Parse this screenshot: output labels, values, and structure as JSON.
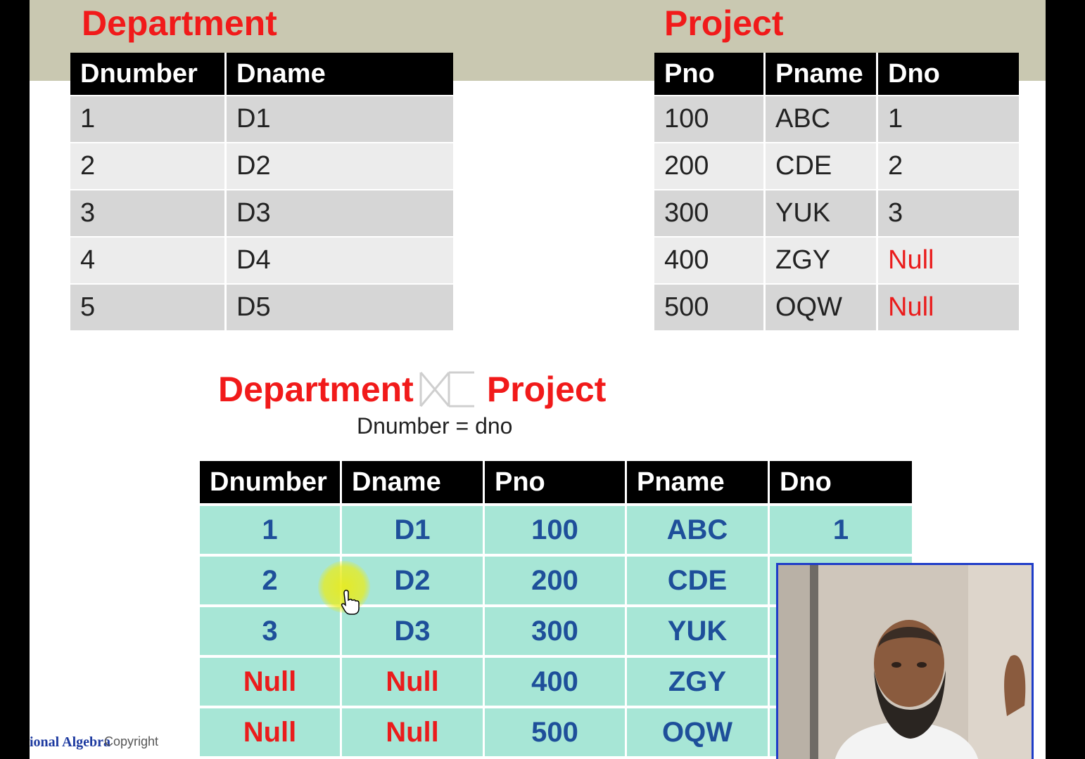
{
  "department": {
    "title": "Department",
    "columns": [
      "Dnumber",
      "Dname"
    ],
    "rows": [
      [
        "1",
        "D1"
      ],
      [
        "2",
        "D2"
      ],
      [
        "3",
        "D3"
      ],
      [
        "4",
        "D4"
      ],
      [
        "5",
        "D5"
      ]
    ]
  },
  "project": {
    "title": "Project",
    "columns": [
      "Pno",
      "Pname",
      "Dno"
    ],
    "rows": [
      [
        "100",
        "ABC",
        "1"
      ],
      [
        "200",
        "CDE",
        "2"
      ],
      [
        "300",
        "YUK",
        "3"
      ],
      [
        "400",
        "ZGY",
        "Null"
      ],
      [
        "500",
        "OQW",
        "Null"
      ]
    ]
  },
  "join": {
    "left": "Department",
    "right": "Project",
    "condition": "Dnumber = dno"
  },
  "result": {
    "columns": [
      "Dnumber",
      "Dname",
      "Pno",
      "Pname",
      "Dno"
    ],
    "rows": [
      [
        "1",
        "D1",
        "100",
        "ABC",
        "1"
      ],
      [
        "2",
        "D2",
        "200",
        "CDE",
        ""
      ],
      [
        "3",
        "D3",
        "300",
        "YUK",
        ""
      ],
      [
        "Null",
        "Null",
        "400",
        "ZGY",
        ""
      ],
      [
        "Null",
        "Null",
        "500",
        "OQW",
        ""
      ]
    ]
  },
  "footer": {
    "left_text": "ional Algebra",
    "copyright": "Copyright"
  },
  "colors": {
    "title_red": "#f11a1a",
    "null_red": "#ea1c1c",
    "result_text": "#1e4f9a",
    "result_cell": "#a7e6d6",
    "header_bg": "#000000"
  },
  "icons": [
    "left-outer-join-symbol",
    "mouse-pointer-hand-icon",
    "webcam-presenter-image"
  ]
}
